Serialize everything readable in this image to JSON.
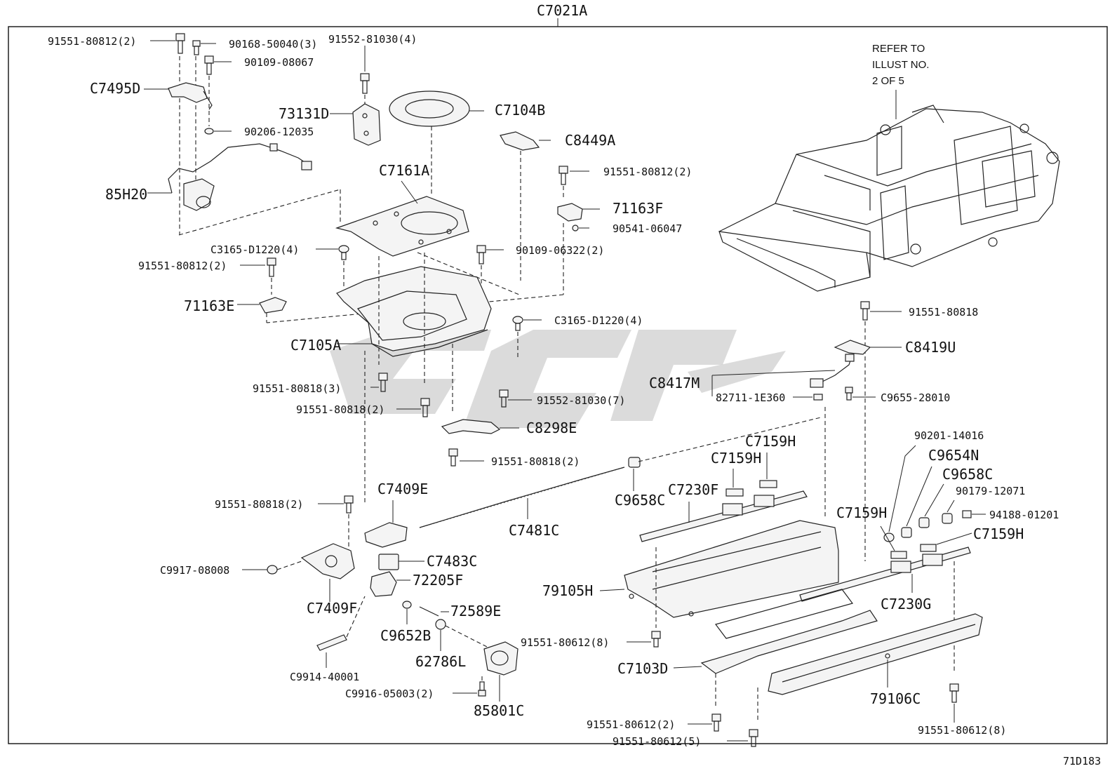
{
  "diagram": {
    "title": "C7021A",
    "page_code": "71D183",
    "refer_note": [
      "REFER TO",
      "ILLUST NO.",
      "2 OF 5"
    ],
    "labels": {
      "c7495d": "C7495D",
      "p91551_80812_2_top": "91551-80812(2)",
      "p90168_50040_3": "90168-50040(3)",
      "p91552_81030_4": "91552-81030(4)",
      "p90109_08067": "90109-08067",
      "p73131d": "73131D",
      "c7104b": "C7104B",
      "p90206_12035": "90206-12035",
      "c8449a": "C8449A",
      "c7161a": "C7161A",
      "p85h20": "85H20",
      "p91551_80812_2_b": "91551-80812(2)",
      "p71163f": "71163F",
      "p90541_06047": "90541-06047",
      "c3165_d1220_4_a": "C3165-D1220(4)",
      "p90109_06322_2": "90109-06322(2)",
      "p91551_80812_2_c": "91551-80812(2)",
      "p71163e": "71163E",
      "c3165_d1220_4_b": "C3165-D1220(4)",
      "p91551_80818": "91551-80818",
      "c7105a": "C7105A",
      "c8419u": "C8419U",
      "c8417m": "C8417M",
      "p82711_1e360": "82711-1E360",
      "c9655_28010": "C9655-28010",
      "p91551_80818_3": "91551-80818(3)",
      "p91551_80818_2_a": "91551-80818(2)",
      "p91552_81030_7": "91552-81030(7)",
      "c8298e": "C8298E",
      "p91551_80818_2_b": "91551-80818(2)",
      "c7159h_a": "C7159H",
      "c7159h_b": "C7159H",
      "p90201_14016": "90201-14016",
      "c9654n": "C9654N",
      "c9658c_a": "C9658C",
      "p90179_12071": "90179-12071",
      "p94188_01201": "94188-01201",
      "c7159h_c": "C7159H",
      "c7159h_d": "C7159H",
      "c7409e": "C7409E",
      "c7230f": "C7230F",
      "c9658c_b": "C9658C",
      "p91551_80818_2_c": "91551-80818(2)",
      "c7481c": "C7481C",
      "c7483c": "C7483C",
      "c9917_08008": "C9917-08008",
      "p72205f": "72205F",
      "p79105h": "79105H",
      "c7409f": "C7409F",
      "p72589e": "72589E",
      "c7230g": "C7230G",
      "c9652b": "C9652B",
      "p91551_80612_8_a": "91551-80612(8)",
      "c7103d": "C7103D",
      "p62786l": "62786L",
      "c9914_40001": "C9914-40001",
      "c9916_05003_2": "C9916-05003(2)",
      "p79106c": "79106C",
      "p91551_80612_2": "91551-80612(2)",
      "p85801c": "85801C",
      "p91551_80612_5": "91551-80612(5)",
      "p91551_80612_8_b": "91551-80612(8)"
    }
  }
}
